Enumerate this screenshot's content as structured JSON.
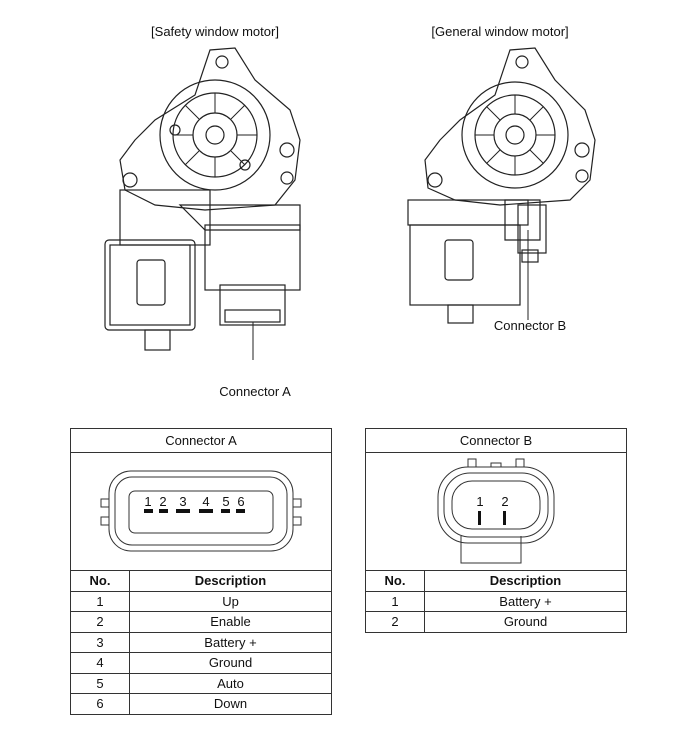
{
  "figures": {
    "safety_caption": "[Safety window motor]",
    "general_caption": "[General window motor]",
    "callout_a": "Connector A",
    "callout_b": "Connector B"
  },
  "connector_a": {
    "title": "Connector A",
    "pins": [
      "1",
      "2",
      "3",
      "4",
      "5",
      "6"
    ],
    "headers": [
      "No.",
      "Description"
    ],
    "rows": [
      [
        "1",
        "Up"
      ],
      [
        "2",
        "Enable"
      ],
      [
        "3",
        "Battery +"
      ],
      [
        "4",
        "Ground"
      ],
      [
        "5",
        "Auto"
      ],
      [
        "6",
        "Down"
      ]
    ]
  },
  "connector_b": {
    "title": "Connector B",
    "pins": [
      "1",
      "2"
    ],
    "headers": [
      "No.",
      "Description"
    ],
    "rows": [
      [
        "1",
        "Battery +"
      ],
      [
        "2",
        "Ground"
      ]
    ]
  }
}
